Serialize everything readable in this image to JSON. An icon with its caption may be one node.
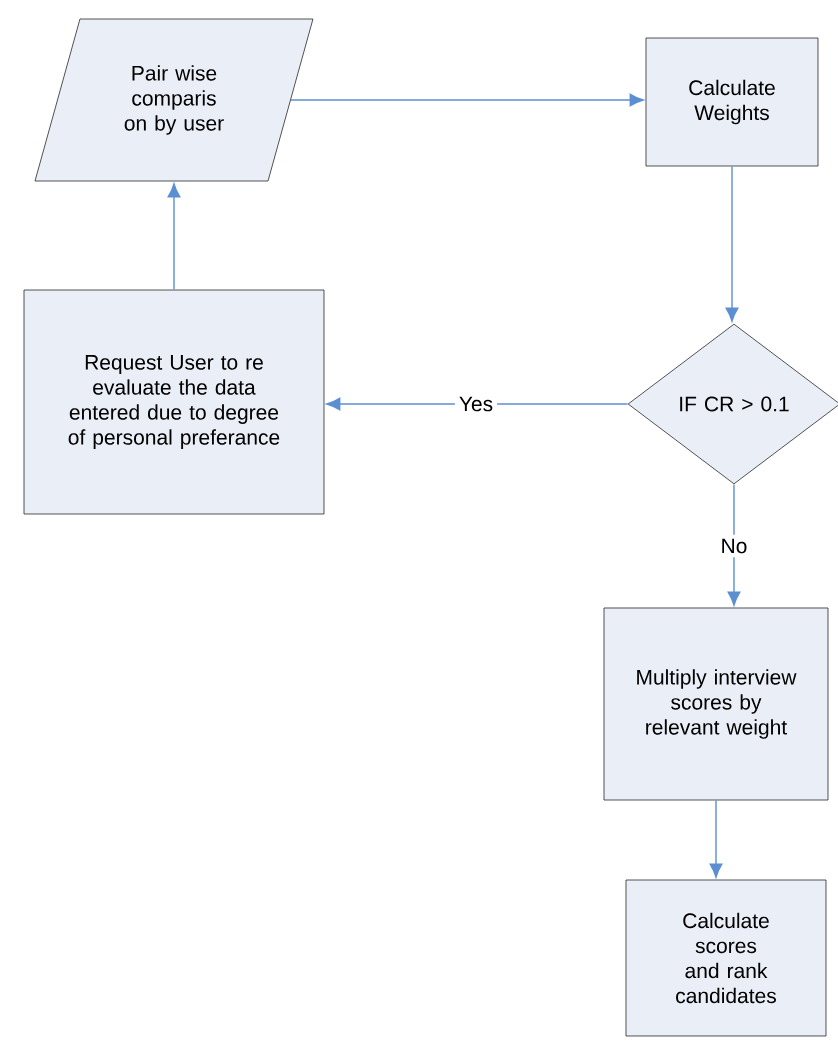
{
  "diagram": {
    "nodes": [
      {
        "text": [
          "Pair wise comparis on by user"
        ]
      },
      {
        "text": [
          "Calculate Weights"
        ]
      },
      {
        "text": [
          "IF CR > 0.1"
        ]
      },
      {
        "text": [
          "Request User to re evaluate the data entered due to degree of personal preferance"
        ]
      },
      {
        "text": [
          "Multiply interview scores by relevant weight"
        ]
      },
      {
        "text": [
          "Calculate scores and rank candidates"
        ]
      }
    ],
    "edges": [
      {
        "from": 0,
        "to": 1,
        "arrow": "to"
      },
      {
        "from": 1,
        "to": 2,
        "arrow": "to"
      },
      {
        "from": 2,
        "to": 3,
        "arrow": "to",
        "label": "Yes"
      },
      {
        "from": 3,
        "to": 0,
        "arrow": "to"
      },
      {
        "from": 2,
        "to": 4,
        "arrow": "to",
        "label": "No"
      },
      {
        "from": 4,
        "to": 5,
        "arrow": "to"
      }
    ]
  }
}
